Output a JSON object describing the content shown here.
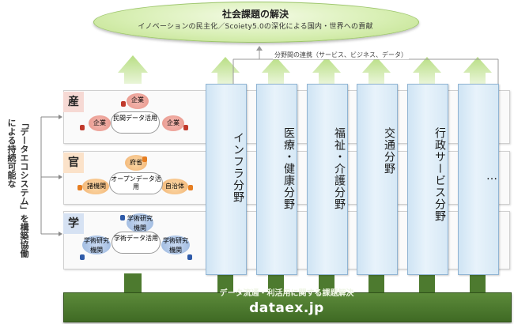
{
  "goal": {
    "title": "社会課題の解決",
    "subtitle": "イノベーションの民主化／Scoiety5.0の深化による国内・世界への貢献"
  },
  "link_label": "分野間の連携（サービス、ビジネス、データ）",
  "left_caption": "「データエコシステム」を構築協働による持続可能な",
  "sectors": [
    {
      "tag": "産",
      "cloud": "民間データ活用",
      "nodes": [
        "企業",
        "企業",
        "企業"
      ]
    },
    {
      "tag": "官",
      "cloud": "オープンデータ活用",
      "nodes": [
        "府省",
        "諸機関",
        "自治体"
      ]
    },
    {
      "tag": "学",
      "cloud": "学術データ活用",
      "nodes": [
        "学術研究機関",
        "学術研究機関",
        "学術研究機関"
      ]
    }
  ],
  "columns": [
    "インフラ分野",
    "医療・健康分野",
    "福祉・介護分野",
    "交通分野",
    "行政サービス分野",
    "…"
  ],
  "base": {
    "subtitle": "データ流通・利活用に関する課題解決",
    "title": "dataex.jp"
  },
  "colors": {
    "sector_ind": "#f6d9d4",
    "sector_gov": "#fbe2c9",
    "sector_aca": "#d6e2f3",
    "column": "#deeef9",
    "base": "#466f2a",
    "arrow": "#cfe8a8"
  }
}
